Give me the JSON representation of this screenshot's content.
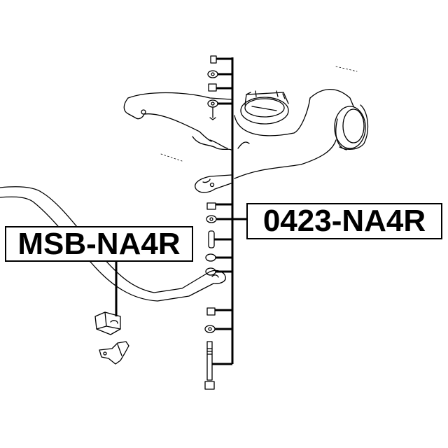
{
  "diagram": {
    "type": "exploded parts diagram",
    "subject": "rear suspension arm, stabilizer bar and mounting hardware",
    "colors": {
      "line": "#000000",
      "background": "#ffffff"
    }
  },
  "callouts": [
    {
      "id": "right",
      "part_number": "0423-NA4R",
      "points_to": "arm bushing / fastener stack"
    },
    {
      "id": "left",
      "part_number": "MSB-NA4R",
      "points_to": "stabilizer bar bushing"
    }
  ]
}
